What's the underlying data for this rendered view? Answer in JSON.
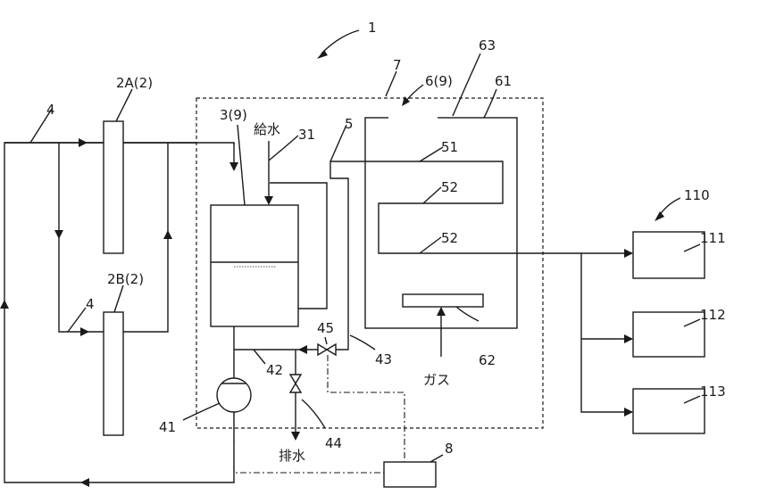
{
  "labels": {
    "system": "1",
    "col_2a": "2A(2)",
    "col_2b": "2B(2)",
    "pipe_4_top": "4",
    "pipe_4_mid": "4",
    "tank": "3(9)",
    "supply_water": "給水",
    "pipe_31": "31",
    "line_5": "5",
    "enclosure_7": "7",
    "unit_6": "6(9)",
    "label_63": "63",
    "label_61": "61",
    "coil_51": "51",
    "coil_52a": "52",
    "coil_52b": "52",
    "burner_62": "62",
    "gas": "ガス",
    "pump_41": "41",
    "pipe_42": "42",
    "pipe_43": "43",
    "valve_44": "44",
    "valve_45": "45",
    "drain": "排水",
    "controller_8": "8",
    "group_110": "110",
    "load_111": "111",
    "load_112": "112",
    "load_113": "113"
  }
}
